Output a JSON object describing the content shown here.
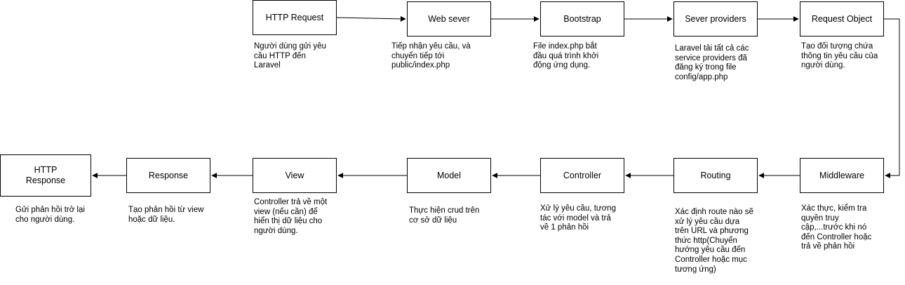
{
  "nodes": {
    "http_request": "HTTP Request",
    "web_server": "Web sever",
    "bootstrap": "Bootstrap",
    "service_providers": "Sever providers",
    "request_object": "Request Object",
    "middleware": "Middleware",
    "routing": "Routing",
    "controller": "Controller",
    "model": "Model",
    "view": "View",
    "response": "Response",
    "http_response": "HTTP\nResponse"
  },
  "descriptions": {
    "http_request": "Người dùng gửi yêu\ncầu HTTP đến\nLaravel",
    "web_server": "Tiếp nhận yêu cầu, và\nchuyển tiếp tới\npublic/index.php",
    "bootstrap": "File index.php bắt\nđầu quá trình khởi\nđộng ứng dụng.",
    "service_providers": "Laravel tải tất cả các\nservice providers đã\nđăng ký trong file\nconfig/app.php",
    "request_object": "Tạo đối tượng chứa\nthông tin yêu cầu của\nngười dùng.",
    "middleware": "Xác thực, kiểm tra\nquyền truy\ncập,...trước khi nó\nđến Controller hoặc\ntrả về phản hồi",
    "routing": "Xác định route nào sẽ\nxử lý yêu cầu dựa\ntrên URL và phương\nthức http(Chuyển\nhướng yêu cầu đến\nController hoặc mục\ntương ứng)",
    "controller": "Xử lý yêu cầu, tương\ntác với model và trả\nvề 1 phản hồi",
    "model": "Thực hiện crud trên\ncơ sở dữ liệu",
    "view": "Controller trả về một\nview (nếu cần) để\nhiển thị dữ liệu cho\nngười dùng.",
    "response": "Tạo phản hồi từ view\nhoặc dữ liệu.",
    "http_response": "Gửi phản hồi trở lại\ncho người dùng."
  }
}
